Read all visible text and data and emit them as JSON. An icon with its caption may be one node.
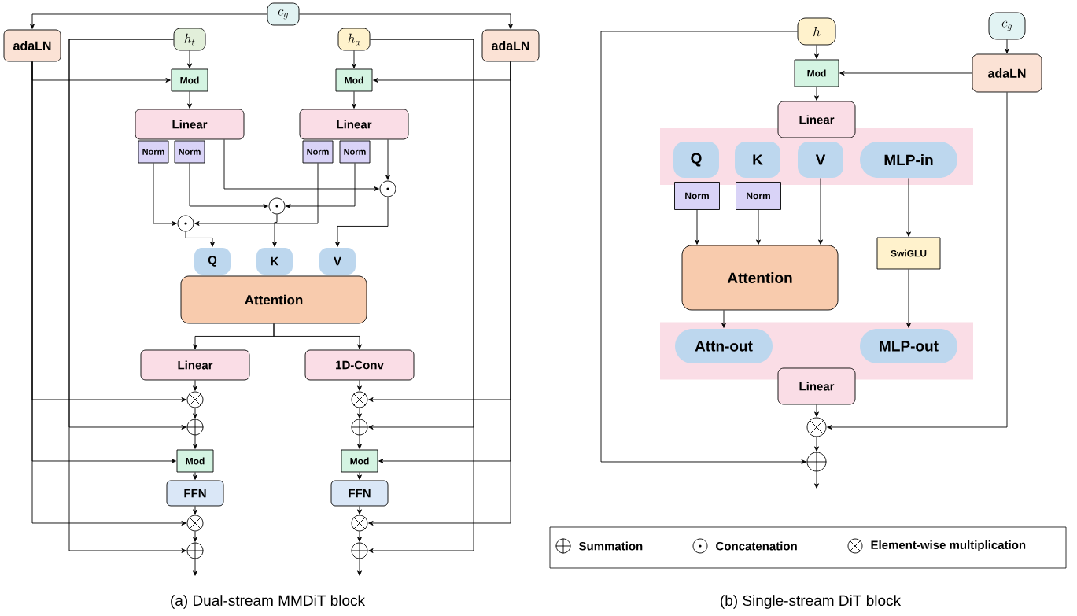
{
  "diagram": {
    "nodes": [
      {
        "text": [
          "c_g"
        ]
      },
      {
        "text": [
          "adaLN"
        ]
      },
      {
        "text": [
          "h_t"
        ]
      },
      {
        "text": [
          "h_a"
        ]
      },
      {
        "text": [
          "adaLN"
        ]
      },
      {
        "text": [
          "Mod"
        ]
      },
      {
        "text": [
          "Mod"
        ]
      },
      {
        "text": [
          "Linear"
        ]
      },
      {
        "text": [
          "Linear"
        ]
      },
      {
        "text": [
          "Norm"
        ]
      },
      {
        "text": [
          "Norm"
        ]
      },
      {
        "text": [
          "Norm"
        ]
      },
      {
        "text": [
          "Norm"
        ]
      },
      {
        "text": [],
        "shape": "circle"
      },
      {
        "text": [],
        "shape": "circle"
      },
      {
        "text": [],
        "shape": "circle"
      },
      {
        "text": [
          "Q"
        ]
      },
      {
        "text": [
          "K"
        ]
      },
      {
        "text": [
          "V"
        ]
      },
      {
        "text": [
          "Attention"
        ]
      },
      {
        "text": [
          "Linear"
        ]
      },
      {
        "text": [
          "1D-Conv"
        ]
      },
      {
        "text": [],
        "shape": "circle"
      },
      {
        "text": [],
        "shape": "circle"
      },
      {
        "text": [
          "Mod"
        ]
      },
      {
        "text": [
          "FFN"
        ]
      },
      {
        "text": [],
        "shape": "circle"
      },
      {
        "text": [],
        "shape": "circle"
      },
      {
        "text": [],
        "shape": "circle"
      },
      {
        "text": [],
        "shape": "circle"
      },
      {
        "text": [
          "Mod"
        ]
      },
      {
        "text": [
          "FFN"
        ]
      },
      {
        "text": [],
        "shape": "circle"
      },
      {
        "text": [],
        "shape": "circle"
      },
      {
        "text": [
          "h"
        ]
      },
      {
        "text": [
          "c_g"
        ]
      },
      {
        "text": [
          "adaLN"
        ]
      },
      {
        "text": [
          "Mod"
        ]
      },
      {
        "text": [
          "Linear"
        ]
      },
      {
        "text": [],
        "shape": "band"
      },
      {
        "text": [
          "Q"
        ],
        "in": 39
      },
      {
        "text": [
          "K"
        ],
        "in": 39
      },
      {
        "text": [
          "V"
        ],
        "in": 39
      },
      {
        "text": [
          "MLP-in"
        ],
        "in": 39
      },
      {
        "text": [
          "Norm"
        ]
      },
      {
        "text": [
          "Norm"
        ]
      },
      {
        "text": [
          "Attention"
        ]
      },
      {
        "text": [
          "SwiGLU"
        ]
      },
      {
        "text": [],
        "shape": "band"
      },
      {
        "text": [
          "Attn-out"
        ],
        "in": 48
      },
      {
        "text": [
          "MLP-out"
        ],
        "in": 48
      },
      {
        "text": [
          "Linear"
        ]
      },
      {
        "text": [],
        "shape": "circle"
      },
      {
        "text": [],
        "shape": "circle"
      }
    ],
    "edges": [
      {
        "from": 0,
        "to": 1,
        "arrow": "to"
      },
      {
        "from": 0,
        "to": 4,
        "arrow": "to"
      },
      {
        "from": 2,
        "to": 5,
        "arrow": "to"
      },
      {
        "from": 3,
        "to": 6,
        "arrow": "to"
      },
      {
        "from": 1,
        "to": 5,
        "arrow": "to"
      },
      {
        "from": 1,
        "to": 22,
        "arrow": "to"
      },
      {
        "from": 1,
        "to": 24,
        "arrow": "to"
      },
      {
        "from": 1,
        "to": 26,
        "arrow": "to"
      },
      {
        "from": 4,
        "to": 6,
        "arrow": "to"
      },
      {
        "from": 4,
        "to": 28,
        "arrow": "to"
      },
      {
        "from": 4,
        "to": 30,
        "arrow": "to"
      },
      {
        "from": 4,
        "to": 32,
        "arrow": "to"
      },
      {
        "from": 2,
        "to": 23,
        "arrow": "to"
      },
      {
        "from": 2,
        "to": 27,
        "arrow": "to"
      },
      {
        "from": 3,
        "to": 29,
        "arrow": "to"
      },
      {
        "from": 3,
        "to": 33,
        "arrow": "to"
      },
      {
        "from": 5,
        "to": 7,
        "arrow": "to"
      },
      {
        "from": 6,
        "to": 8,
        "arrow": "to"
      },
      {
        "from": 7,
        "to": 13,
        "arrow": "to"
      },
      {
        "from": 8,
        "to": 13,
        "arrow": "to"
      },
      {
        "from": 9,
        "to": 15,
        "arrow": "to"
      },
      {
        "from": 10,
        "to": 14,
        "arrow": "to"
      },
      {
        "from": 11,
        "to": 15,
        "arrow": "to"
      },
      {
        "from": 12,
        "to": 14,
        "arrow": "to"
      },
      {
        "from": 15,
        "to": 16,
        "arrow": "to"
      },
      {
        "from": 14,
        "to": 17,
        "arrow": "to"
      },
      {
        "from": 13,
        "to": 18,
        "arrow": "to"
      },
      {
        "from": 19,
        "to": 20,
        "arrow": "to"
      },
      {
        "from": 19,
        "to": 21,
        "arrow": "to"
      },
      {
        "from": 20,
        "to": 22,
        "arrow": "to"
      },
      {
        "from": 22,
        "to": 23,
        "arrow": "to"
      },
      {
        "from": 23,
        "to": 24,
        "arrow": "to"
      },
      {
        "from": 24,
        "to": 25,
        "arrow": "to"
      },
      {
        "from": 25,
        "to": 26,
        "arrow": "to"
      },
      {
        "from": 26,
        "to": 27,
        "arrow": "to"
      },
      {
        "from": 27,
        "to": null,
        "arrow": "to"
      },
      {
        "from": 21,
        "to": 28,
        "arrow": "to"
      },
      {
        "from": 28,
        "to": 29,
        "arrow": "to"
      },
      {
        "from": 29,
        "to": 30,
        "arrow": "to"
      },
      {
        "from": 30,
        "to": 31,
        "arrow": "to"
      },
      {
        "from": 31,
        "to": 32,
        "arrow": "to"
      },
      {
        "from": 32,
        "to": 33,
        "arrow": "to"
      },
      {
        "from": 33,
        "to": null,
        "arrow": "to"
      },
      {
        "from": 34,
        "to": 37,
        "arrow": "to"
      },
      {
        "from": 34,
        "to": 53,
        "arrow": "to"
      },
      {
        "from": 35,
        "to": 36,
        "arrow": "to"
      },
      {
        "from": 36,
        "to": 37,
        "arrow": "to"
      },
      {
        "from": 36,
        "to": 52,
        "arrow": "to"
      },
      {
        "from": 37,
        "to": 38,
        "arrow": "to"
      },
      {
        "from": 44,
        "to": 46,
        "arrow": "to"
      },
      {
        "from": 45,
        "to": 46,
        "arrow": "to"
      },
      {
        "from": 42,
        "to": 46,
        "arrow": "to"
      },
      {
        "from": 43,
        "to": 47,
        "arrow": "to"
      },
      {
        "from": 47,
        "to": 50,
        "arrow": "to"
      },
      {
        "from": 46,
        "to": 49,
        "arrow": "to"
      },
      {
        "from": 51,
        "to": 52,
        "arrow": "to"
      },
      {
        "from": 52,
        "to": 53,
        "arrow": "to"
      },
      {
        "from": 53,
        "to": null,
        "arrow": "to"
      }
    ],
    "labels": [
      "(a) Dual-stream MMDiT block",
      "(b) Single-stream DiT block"
    ],
    "legend": [
      {
        "text": "Summation"
      },
      {
        "text": "Concatenation"
      },
      {
        "text": "Element-wise multiplication"
      }
    ]
  }
}
